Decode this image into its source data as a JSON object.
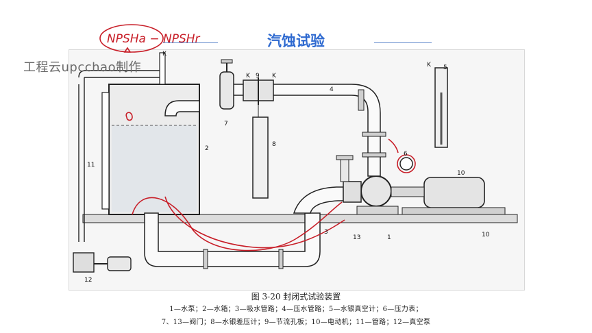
{
  "slide": {
    "title": "汽蚀试验",
    "watermark": "工程云upcchao制作",
    "handwritten_note": "NPSHa − NPSHr",
    "accent_color": "#2f6ad0",
    "ink_color": "#c81e28"
  },
  "figure": {
    "caption_title": "图 3-20    封闭式试验装置",
    "legend_line1": "1—水泵；2—水箱；3—吸水管路；4—压水管路；5—水银真空计；6—压力表；",
    "legend_line2": "7、13—阀门；8—水银差压计；9—节流孔板；10—电动机；11—管路；12—真空泵",
    "labels": {
      "n1": "1",
      "n2": "2",
      "n3": "3",
      "n4": "4",
      "n5": "5",
      "n6": "6",
      "n7": "7",
      "n8": "8",
      "n9": "9",
      "n10a": "10",
      "n10b": "10",
      "n11": "11",
      "n12": "12",
      "n13": "13",
      "k1": "K",
      "k2": "K",
      "k3": "K",
      "k4": "K"
    }
  }
}
